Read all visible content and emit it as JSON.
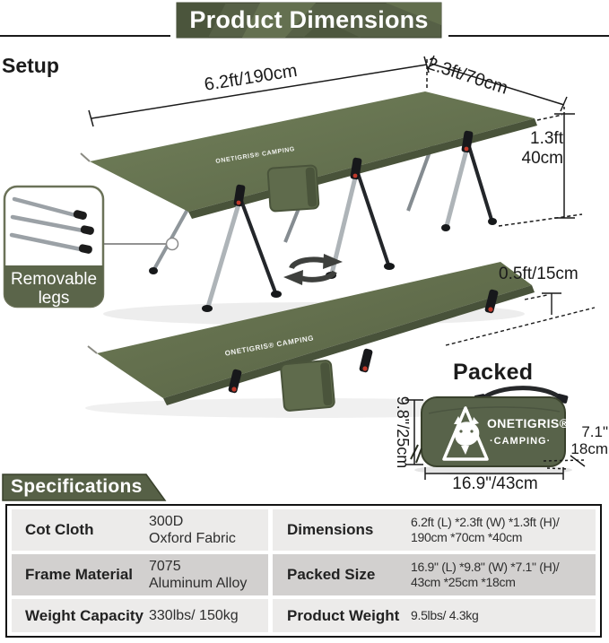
{
  "header": {
    "title": "Product Dimensions"
  },
  "setup": {
    "label": "Setup"
  },
  "packed": {
    "label": "Packed"
  },
  "callout": {
    "line1": "Removable",
    "line2": "legs"
  },
  "cot_logo": "ONETIGRIS® CAMPING",
  "bag_logo": {
    "brand": "ONETIGRIS®",
    "sub": "·CAMPING·"
  },
  "annotations": {
    "length": "6.2ft/190cm",
    "width": "2.3ft/70cm",
    "height_ft": "1.3ft",
    "height_cm": "40cm",
    "low_height": "0.5ft/15cm",
    "packed_height": "9.8\"/25cm",
    "packed_depth_in": "7.1\"",
    "packed_depth_cm": "18cm",
    "packed_length": "16.9\"/43cm"
  },
  "specs": {
    "header": "Specifications",
    "left": [
      {
        "label": "Cot Cloth",
        "value_lines": [
          "300D",
          "Oxford Fabric"
        ]
      },
      {
        "label": "Frame Material",
        "value_lines": [
          "7075",
          "Aluminum Alloy"
        ]
      },
      {
        "label": "Weight Capacity",
        "value_lines": [
          "330lbs/ 150kg"
        ]
      }
    ],
    "right": [
      {
        "label": "Dimensions",
        "value_lines": [
          "6.2ft (L) *2.3ft (W) *1.3ft (H)/",
          "190cm *70cm *40cm"
        ]
      },
      {
        "label": "Packed Size",
        "value_lines": [
          "16.9\" (L) *9.8\" (W) *7.1\" (H)/",
          "43cm *25cm *18cm"
        ]
      },
      {
        "label": "Product Weight",
        "value_lines": [
          "9.5lbs/ 4.3kg"
        ]
      }
    ]
  },
  "icons": {
    "rotate_icon": "cycle-arrows",
    "tiger_logo": "triangle-tiger-emblem",
    "legs_icon": "three-removable-leg-poles"
  },
  "colors": {
    "accent_olive": "#566046",
    "fabric_olive": "#66724f",
    "bag_olive": "#58634a",
    "row_light": "#ECEBEA",
    "row_dark": "#D2D0CF",
    "line_black": "#1a1a1a",
    "red_accent": "#c0392b",
    "white": "#ffffff"
  }
}
